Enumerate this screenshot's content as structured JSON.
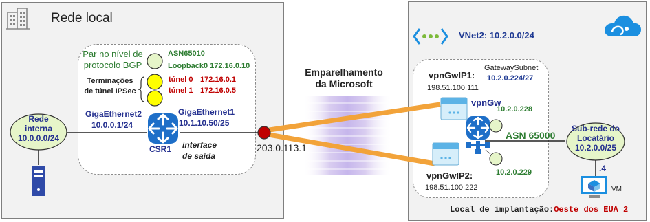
{
  "left": {
    "title": "Rede local",
    "bgp_peer_label_1": "Par no nível de",
    "bgp_peer_label_2": "protocolo BGP",
    "asn": "ASN65010",
    "loopback": "Loopback0 172.16.0.10",
    "ipsec_label_1": "Terminações",
    "ipsec_label_2": "de túnel IPSec",
    "tunnel0_name": "túnel 0",
    "tunnel0_ip": "172.16.0.1",
    "tunnel1_name": "túnel 1",
    "tunnel1_ip": "172.16.0.5",
    "gig2_name": "GigaEthernet2",
    "gig2_ip": "10.0.0.1/24",
    "gig1_name": "GigaEthernet1",
    "gig1_ip": "10.1.10.50/25",
    "router_name": "CSR1",
    "exit_label_1": "interface",
    "exit_label_2": "de saída",
    "internal_net_1": "Rede",
    "internal_net_2": "interna",
    "internal_net_ip": "10.0.0.0/24",
    "public_ip": "203.0.113.1"
  },
  "middle": {
    "peering_1": "Emparelhamento",
    "peering_2": "da Microsoft"
  },
  "right": {
    "vnet": "VNet2: 10.2.0.0/24",
    "gw_subnet_name": "GatewaySubnet",
    "gw_subnet_ip": "10.2.0.224/27",
    "ip1_name": "vpnGwIP1:",
    "ip1_addr": "198.51.100.111",
    "ip2_name": "vpnGwIP2:",
    "ip2_addr": "198.51.100.222",
    "gw_name": "vpnGw",
    "bgp_ip1": "10.2.0.228",
    "bgp_ip2": "10.2.0.229",
    "asn": "ASN 65000",
    "tenant_1": "Sub-rede do",
    "tenant_2": "Locatário",
    "tenant_ip": "10.2.0.0/25",
    "vm_suffix": ".4",
    "vm_label": "VM",
    "location_label": "Local de implantação:",
    "location_value": "Oeste dos EUA 2"
  },
  "colors": {
    "tunnel": "#f2a33a",
    "router": "#1e6fc8",
    "endpoint": "#c00000",
    "peer_green": "#e6f5c9",
    "tunnel_yellow": "#ffff00",
    "azure_blue": "#1b8fe0"
  }
}
